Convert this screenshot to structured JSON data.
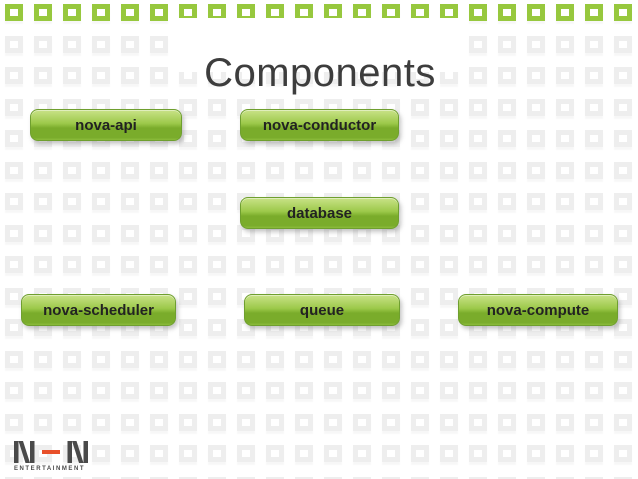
{
  "slide": {
    "title": "Components"
  },
  "components": [
    {
      "label": "nova-api"
    },
    {
      "label": "nova-conductor"
    },
    {
      "label": "database"
    },
    {
      "label": "nova-scheduler"
    },
    {
      "label": "queue"
    },
    {
      "label": "nova-compute"
    }
  ],
  "logo": {
    "brand": "NHN",
    "subtext": "ENTERTAINMENT"
  },
  "colors": {
    "accent_green": "#97c83e",
    "pattern_gray": "#eeeeee",
    "button_top": "#c9e288",
    "button_mid": "#9cc94a",
    "button_bottom": "#7aac2b",
    "button_border": "#6f9f2f",
    "button_text": "#222222",
    "title_text": "#3d3d3d",
    "logo_gray": "#4a4a4a",
    "logo_dash": "#e8502a"
  }
}
